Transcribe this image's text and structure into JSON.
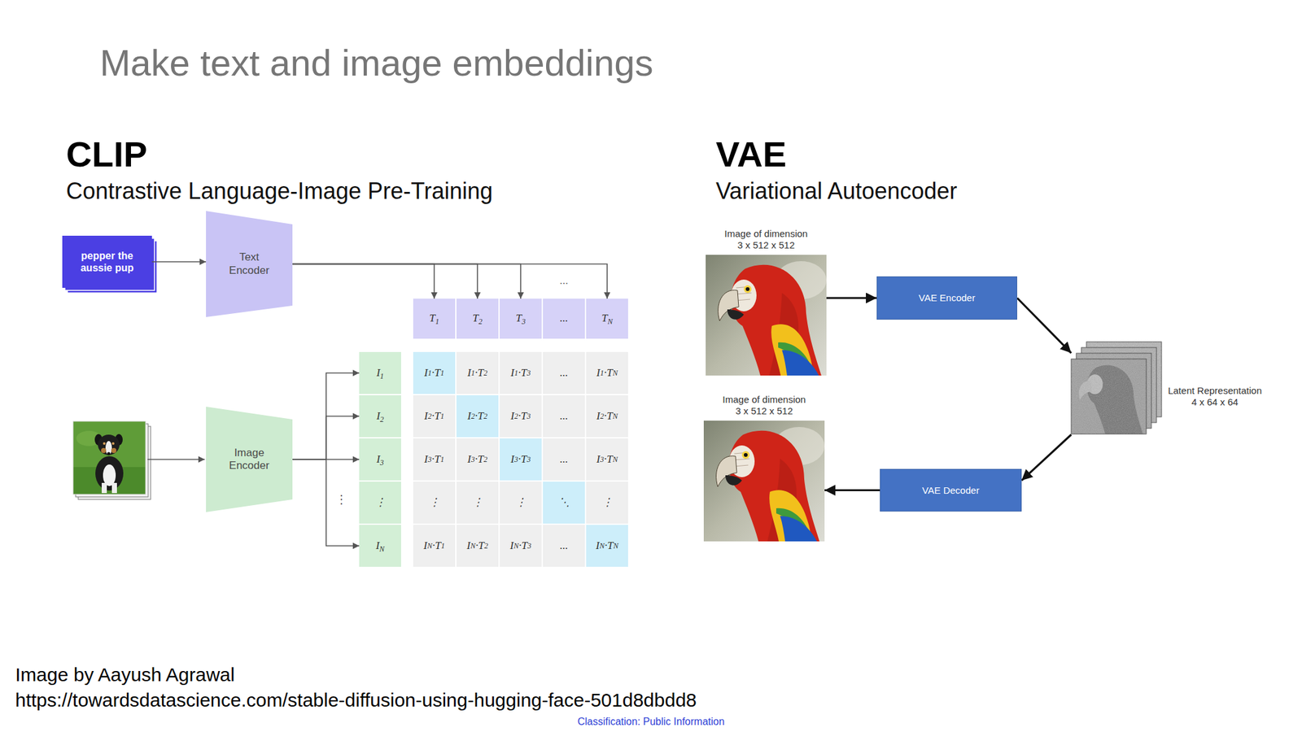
{
  "diagram": {
    "title": "Make text and image embeddings",
    "nodes": [
      {
        "text": [
          "pepper the aussie pup"
        ]
      },
      {
        "text": [
          "Text Encoder"
        ]
      },
      {
        "text": [
          "Image Encoder"
        ]
      },
      {
        "text": [
          "T1"
        ]
      },
      {
        "text": [
          "T2"
        ]
      },
      {
        "text": [
          "T3"
        ]
      },
      {
        "text": [
          "..."
        ]
      },
      {
        "text": [
          "TN"
        ]
      },
      {
        "text": [
          "I1"
        ]
      },
      {
        "text": [
          "I2"
        ]
      },
      {
        "text": [
          "I3"
        ]
      },
      {
        "text": [
          "⋮"
        ]
      },
      {
        "text": [
          "IN"
        ]
      },
      {
        "text": [
          "Image of dimension 3 x 512 x 512"
        ]
      },
      {
        "text": [
          "VAE Encoder"
        ]
      },
      {
        "text": [
          "Latent Representation 4 x 64 x 64"
        ]
      },
      {
        "text": [
          "Image of dimension 3 x 512 x 512"
        ]
      },
      {
        "text": [
          "VAE Decoder"
        ]
      }
    ],
    "edges": [
      {
        "from": 0,
        "to": 1,
        "arrow": "to"
      },
      {
        "from": 1,
        "to": 3,
        "arrow": "to"
      },
      {
        "from": 1,
        "to": 4,
        "arrow": "to"
      },
      {
        "from": 1,
        "to": 5,
        "arrow": "to"
      },
      {
        "from": 1,
        "to": 7,
        "arrow": "to"
      },
      {
        "from": 2,
        "to": 8,
        "arrow": "to"
      },
      {
        "from": 2,
        "to": 9,
        "arrow": "to"
      },
      {
        "from": 2,
        "to": 10,
        "arrow": "to"
      },
      {
        "from": 2,
        "to": 12,
        "arrow": "to"
      },
      {
        "from": 13,
        "to": 14,
        "arrow": "to"
      },
      {
        "from": 14,
        "to": 15,
        "arrow": "to"
      },
      {
        "from": 15,
        "to": 17,
        "arrow": "to"
      },
      {
        "from": 17,
        "to": 16,
        "arrow": "to"
      }
    ],
    "labels": [
      "CLIP",
      "Contrastive Language-Image Pre-Training",
      "VAE",
      "Variational Autoencoder",
      "...",
      "⋮",
      "I1·T1",
      "I1·T2",
      "I1·T3",
      "...",
      "I1·TN",
      "I2·T1",
      "I2·T2",
      "I2·T3",
      "...",
      "I2·TN",
      "I3·T1",
      "I3·T2",
      "I3·T3",
      "...",
      "I3·TN",
      "⋮",
      "⋮",
      "⋮",
      "⋱",
      "⋮",
      "IN·T1",
      "IN·T2",
      "IN·T3",
      "...",
      "IN·TN",
      "Image by Aayush Agrawal",
      "https://towardsdatascience.com/stable-diffusion-using-hugging-face-501d8dbdd8",
      "Classification: Public Information"
    ]
  }
}
